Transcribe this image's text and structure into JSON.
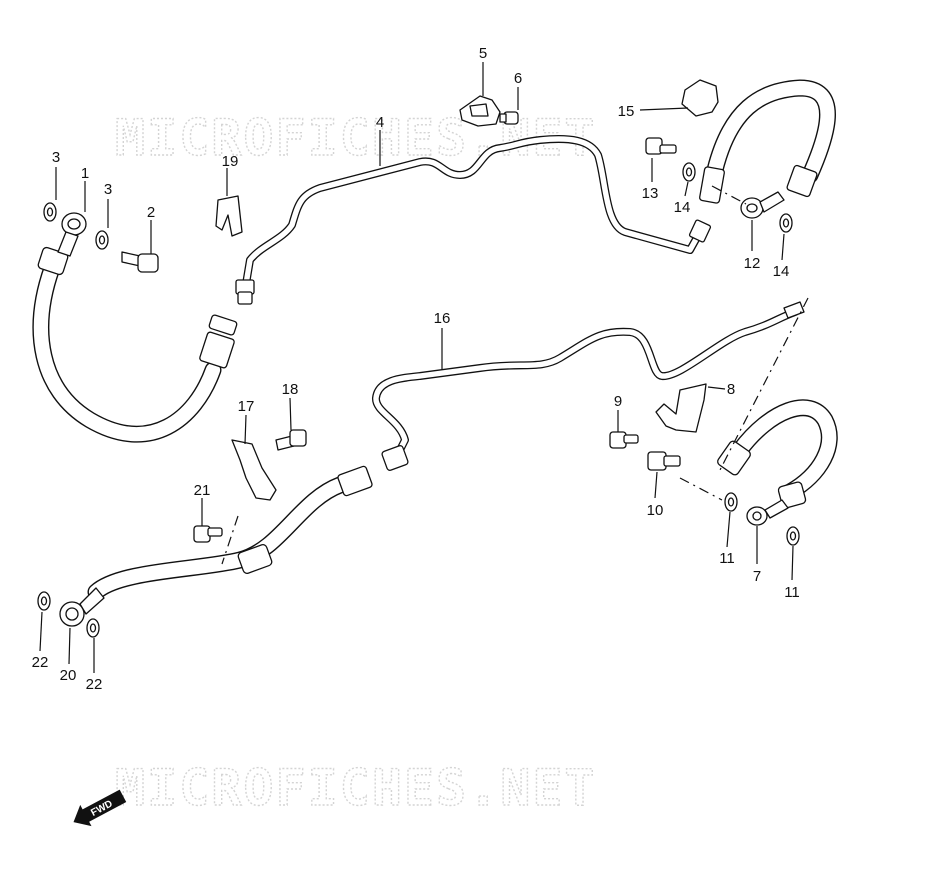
{
  "watermark": "MICROFICHES.NET",
  "direction_label": "FWD",
  "callouts": [
    "1",
    "2",
    "3",
    "3",
    "4",
    "5",
    "6",
    "7",
    "8",
    "9",
    "10",
    "11",
    "11",
    "12",
    "13",
    "14",
    "14",
    "15",
    "16",
    "17",
    "18",
    "19",
    "20",
    "21",
    "22",
    "22"
  ]
}
